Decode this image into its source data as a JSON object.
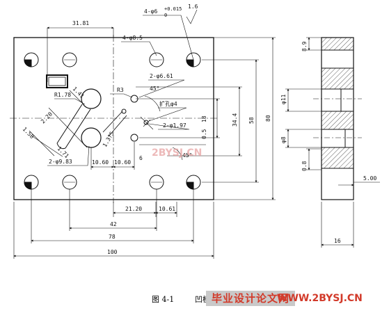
{
  "caption": {
    "figure_number": "图 4-1",
    "name": "凹模"
  },
  "watermark": {
    "center": "2BYSJ.CN",
    "brand": "毕业设计论文网",
    "url": "WWW.2BYSJ.CN"
  },
  "front_view": {
    "dims": {
      "d31_81": "31.81",
      "d100": "100",
      "d78": "78",
      "d42": "42",
      "d21_20": "21.20",
      "d10_61": "10.61",
      "d10_60a": "10.60",
      "d10_60b": "10.60",
      "d80": "80",
      "d58": "58",
      "d34_4": "34.4",
      "d18": "18",
      "d0_5": "0.5",
      "d1_41": "1.41",
      "d2_20": "2.20",
      "d1_58": "1.58",
      "d1_71": "1.71",
      "d1_32": "1.3?5",
      "d6": "6"
    },
    "callouts": {
      "tol_holes": "4-φ6",
      "tol_dev": "+0.015",
      "tol_zero": "0",
      "roughness": "1.6",
      "holes_8_5": "4-φ8.5",
      "holes_6_61": "2-φ6.61",
      "holes_9_83": "2-φ9.83",
      "holes_1_97": "2-φ1.97",
      "expand_hole": "扩孔φ4",
      "r1_78": "R1.78",
      "r3": "R3",
      "angle_45a": "45°",
      "angle_45b": "45°"
    }
  },
  "side_view": {
    "dims": {
      "d11": "φ11",
      "d8": "φ8",
      "d0_8": "0.8",
      "d8_9": "8.9",
      "d5_00": "5.00",
      "d16": "16"
    }
  },
  "colors": {
    "line": "#111111",
    "watermark": "#d23a2a",
    "watermark_bg": "#c9c9c9",
    "hatch": "#333333"
  }
}
